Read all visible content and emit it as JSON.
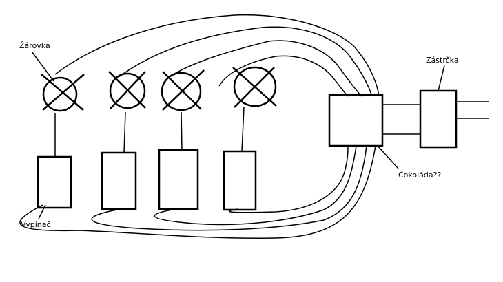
{
  "labels": {
    "bulb": "Žárovka",
    "switch": "Vypínač",
    "plug": "Zástrčka",
    "junction": "Čokoláda??"
  },
  "colors": {
    "ink": "#000000",
    "background": "#ffffff"
  },
  "components": {
    "bulb_count": 4,
    "switch_count": 4,
    "junction_count": 1,
    "plug_count": 1
  }
}
